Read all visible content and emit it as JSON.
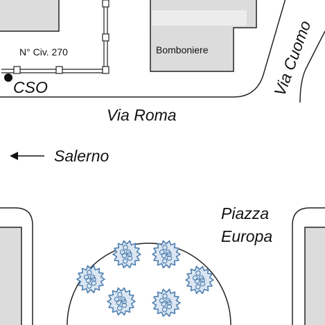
{
  "map": {
    "labels": {
      "civic_number": "N° Civ. 270",
      "cso": "CSO",
      "bomboniere": "Bomboniere",
      "via_roma": "Via Roma",
      "via_cuomo": "Via Cuomo",
      "salerno": "Salerno",
      "piazza_line1": "Piazza",
      "piazza_line2": "Europa"
    },
    "colors": {
      "line": "#222222",
      "building_fill": "#dcdcdc",
      "building_highlight": "#ececec",
      "tree_stroke": "#4f7fb0",
      "tree_fill": "#dbe6f2",
      "background": "#ffffff"
    },
    "icons": {
      "location_marker": "location-dot-icon",
      "direction_arrow": "arrow-left-icon",
      "trees": "tree-icon"
    }
  }
}
